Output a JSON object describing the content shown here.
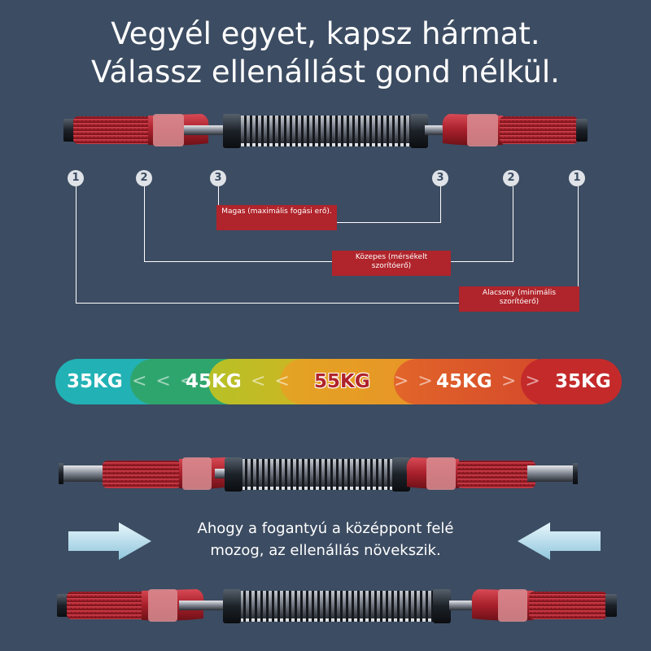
{
  "headline": {
    "line1": "Vegyél egyet, kapsz hármat.",
    "line2": "Válassz ellenállást gond nélkül."
  },
  "markers": {
    "left": [
      "1",
      "2",
      "3"
    ],
    "right": [
      "3",
      "2",
      "1"
    ]
  },
  "callouts": {
    "high": "Magas (maximális fogási erő).",
    "medium": "Közepes (mérsékelt szorítóerő)",
    "low": "Alacsony (minimális szorítóerő)"
  },
  "resistance_scale": {
    "labels": [
      "35KG",
      "45KG",
      "55KG",
      "45KG",
      "35KG"
    ],
    "chevrons_left": "< < <",
    "chevrons_mid_left": "< <",
    "chevrons_mid_right": "> >",
    "chevrons_right": "> >",
    "colors": [
      "#21b4b5",
      "#2fa76f",
      "#b8c227",
      "#e79a24",
      "#d9572b",
      "#c42a2a"
    ]
  },
  "caption": {
    "line1": "Ahogy a fogantyú a középpont felé",
    "line2": "mozog, az ellenállás növekszik."
  },
  "colors": {
    "background": "#3c4c62",
    "handle_red": "#b0242b",
    "callout_red": "#b0242b",
    "arrow": "#a9d6e8"
  },
  "icons": [
    "arrow-right-icon",
    "arrow-left-icon"
  ]
}
